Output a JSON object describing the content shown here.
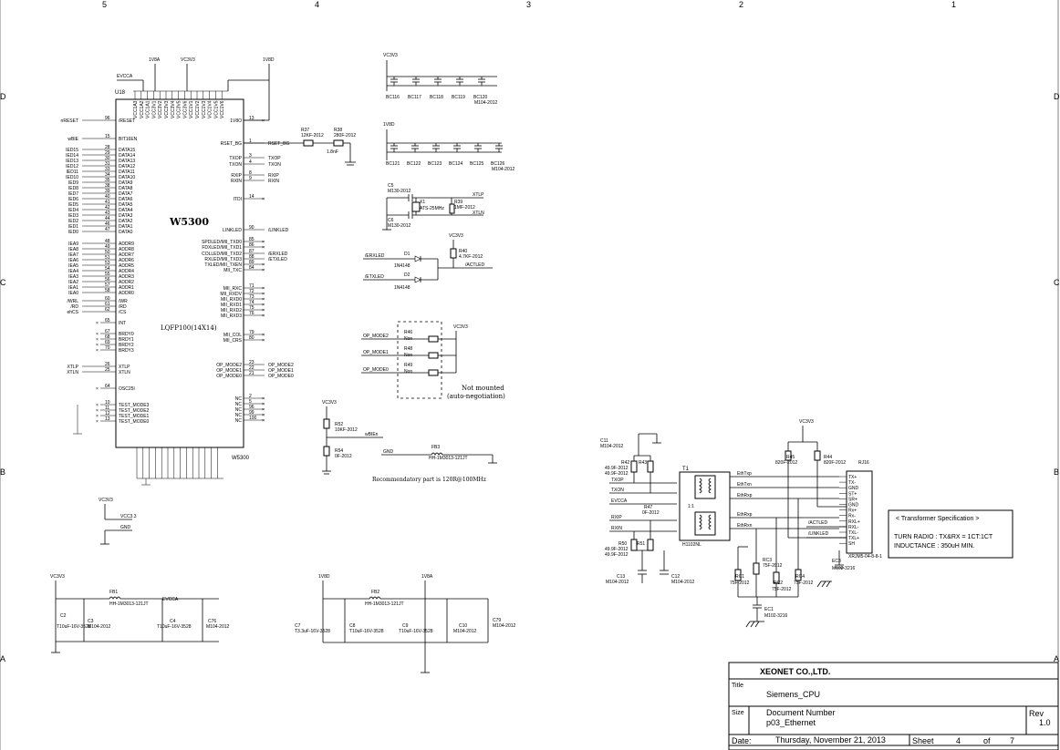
{
  "border": {
    "cols": [
      "5",
      "4",
      "3",
      "2",
      "1"
    ],
    "rows": [
      "D",
      "C",
      "B",
      "A"
    ]
  },
  "chip": {
    "name": "W5300",
    "package": "LQFP100(14X14)",
    "ref": "U18",
    "part_ref": "W5300",
    "left_pins": [
      {
        "net": "nRESET",
        "num": "96",
        "name": "/RESET"
      },
      {
        "net": "wBIE",
        "num": "15",
        "name": "BIT16EN"
      },
      {
        "net": "IED15",
        "num": "28",
        "name": "DATA15"
      },
      {
        "net": "IED14",
        "num": "29",
        "name": "DATA14"
      },
      {
        "net": "IED13",
        "num": "30",
        "name": "DATA13"
      },
      {
        "net": "IED12",
        "num": "31",
        "name": "DATA12"
      },
      {
        "net": "IED11",
        "num": "33",
        "name": "DATA11"
      },
      {
        "net": "IED10",
        "num": "34",
        "name": "DATA10"
      },
      {
        "net": "IED9",
        "num": "35",
        "name": "DATA9"
      },
      {
        "net": "IED8",
        "num": "38",
        "name": "DATA8"
      },
      {
        "net": "IED7",
        "num": "39",
        "name": "DATA7"
      },
      {
        "net": "IED6",
        "num": "40",
        "name": "DATA6"
      },
      {
        "net": "IED5",
        "num": "41",
        "name": "DATA5"
      },
      {
        "net": "IED4",
        "num": "42",
        "name": "DATA4"
      },
      {
        "net": "IED3",
        "num": "43",
        "name": "DATA3"
      },
      {
        "net": "IED2",
        "num": "44",
        "name": "DATA2"
      },
      {
        "net": "IED1",
        "num": "46",
        "name": "DATA1"
      },
      {
        "net": "IED0",
        "num": "47",
        "name": "DATA0"
      },
      {
        "net": "IEA9",
        "num": "48",
        "name": "ADDR9"
      },
      {
        "net": "IEA8",
        "num": "49",
        "name": "ADDR8"
      },
      {
        "net": "IEA7",
        "num": "50",
        "name": "ADDR7"
      },
      {
        "net": "IEA6",
        "num": "51",
        "name": "ADDR6"
      },
      {
        "net": "IEA5",
        "num": "53",
        "name": "ADDR5"
      },
      {
        "net": "IEA4",
        "num": "54",
        "name": "ADDR4"
      },
      {
        "net": "IEA3",
        "num": "55",
        "name": "ADDR3"
      },
      {
        "net": "IEA2",
        "num": "56",
        "name": "ADDR2"
      },
      {
        "net": "IEA1",
        "num": "57",
        "name": "ADDR1"
      },
      {
        "net": "IEA0",
        "num": "58",
        "name": "ADDR0"
      },
      {
        "net": "/WRL",
        "num": "60",
        "name": "/WR"
      },
      {
        "net": "/RD",
        "num": "61",
        "name": "/RD"
      },
      {
        "net": "ehCS",
        "num": "62",
        "name": "/CS"
      },
      {
        "net": "",
        "num": "65",
        "name": "INT"
      },
      {
        "net": "",
        "num": "67",
        "name": "BRDY0"
      },
      {
        "net": "",
        "num": "68",
        "name": "BRDY1"
      },
      {
        "net": "",
        "num": "69",
        "name": "BRDY2"
      },
      {
        "net": "",
        "num": "70",
        "name": "BRDY3"
      },
      {
        "net": "XTLP",
        "num": "26",
        "name": "XTLP"
      },
      {
        "net": "XTLN",
        "num": "25",
        "name": "XTLN"
      },
      {
        "net": "",
        "num": "64",
        "name": "OSC25I"
      },
      {
        "net": "",
        "num": "10",
        "name": "TEST_MODE3"
      },
      {
        "net": "",
        "num": "11",
        "name": "TEST_MODE2"
      },
      {
        "net": "",
        "num": "12",
        "name": "TEST_MODE1"
      },
      {
        "net": "",
        "num": "13",
        "name": "TEST_MODE0"
      }
    ],
    "right_pins": [
      {
        "net": "",
        "num": "13",
        "name": "1V8O"
      },
      {
        "net": "RSET_BG",
        "num": "1",
        "name": "RSET_BG"
      },
      {
        "net": "TXOP",
        "num": "3",
        "name": "TXOP"
      },
      {
        "net": "TXON",
        "num": "4",
        "name": "TXON"
      },
      {
        "net": "RXIP",
        "num": "8",
        "name": "RXIP"
      },
      {
        "net": "RXIN",
        "num": "9",
        "name": "RXIN"
      },
      {
        "net": "",
        "num": "14",
        "name": "ITDI"
      },
      {
        "net": "/LINKLED",
        "num": "90",
        "name": "LINKLED"
      },
      {
        "net": "",
        "num": "85",
        "name": "SPDLED/MII_TXD0"
      },
      {
        "net": "",
        "num": "86",
        "name": "FDXLED/MII_TXD1"
      },
      {
        "net": "/ERXLED",
        "num": "87",
        "name": "COLLED/MII_TXD2"
      },
      {
        "net": "/ETXLED",
        "num": "88",
        "name": "RXLED/MII_TXD3"
      },
      {
        "net": "",
        "num": "89",
        "name": "TXLED/MII_TXEN"
      },
      {
        "net": "",
        "num": "84",
        "name": "MII_TXC"
      },
      {
        "net": "",
        "num": "71",
        "name": "MII_RXC"
      },
      {
        "net": "",
        "num": "72",
        "name": "MII_RXDV"
      },
      {
        "net": "",
        "num": "73",
        "name": "MII_RXD0"
      },
      {
        "net": "",
        "num": "74",
        "name": "MII_RXD1"
      },
      {
        "net": "",
        "num": "75",
        "name": "MII_RXD2"
      },
      {
        "net": "",
        "num": "76",
        "name": "MII_RXD3"
      },
      {
        "net": "",
        "num": "79",
        "name": "MII_COL"
      },
      {
        "net": "",
        "num": "80",
        "name": "MII_CRS"
      },
      {
        "net": "OP_MODE2",
        "num": "23",
        "name": "OP_MODE2"
      },
      {
        "net": "OP_MODE1",
        "num": "22",
        "name": "OP_MODE1"
      },
      {
        "net": "OP_MODE0",
        "num": "21",
        "name": "OP_MODE0"
      },
      {
        "net": "",
        "num": "2",
        "name": "NC"
      },
      {
        "net": "",
        "num": "5",
        "name": "NC"
      },
      {
        "net": "",
        "num": "96",
        "name": "NC"
      },
      {
        "net": "",
        "num": "99",
        "name": "NC"
      },
      {
        "net": "",
        "num": "100",
        "name": "NC"
      }
    ],
    "top_pins": [
      "VCC1A3",
      "VCC1A2",
      "VCC1A1",
      "VCC3V1",
      "VCC3V2",
      "VCC3V3",
      "VCC3V4",
      "VCC3V5",
      "VCC3V6",
      "VCC1V1",
      "VCC1V2",
      "VCC1V3",
      "VCC1V4",
      "VCC1V5",
      "VCC1V6"
    ],
    "rails_top": [
      "EVCCA",
      "1V8A",
      "VC3V3",
      "1V8D"
    ]
  },
  "misc_labels": {
    "rset_r37": "R37",
    "rset_r37_val": "12KF-2012",
    "rset_r38": "R38",
    "rset_r38_val": "280F-2012",
    "rset_sub": "1.8nF",
    "xtal_c5": "C5",
    "xtal_c5_val": "M130-2012",
    "xtal_x1": "X1",
    "xtal_x1_val": "ATS-25MHz",
    "xtal_r39": "R39",
    "xtal_r39_val": "1MF-2012",
    "xtal_c6": "C6",
    "xtal_c6_val": "M130-2012",
    "xtlp": "XTLP",
    "xtln": "XTLN",
    "led_erx": "/ERXLED",
    "led_etx": "/ETXLED",
    "led_d1": "D1",
    "led_d2": "D2",
    "led_part": "1N4148",
    "led_r40": "R40",
    "led_r40_val": "4.7KF-2012",
    "led_act": "/ACTLED",
    "op_m2": "OP_MODE2",
    "op_m1": "OP_MODE1",
    "op_m0": "OP_MODE0",
    "r46": "R46",
    "r48": "R48",
    "r49": "R49",
    "non": "Non",
    "not_mounted": "Not mounted",
    "auto_neg": "(auto-negotiation)",
    "r52": "R52",
    "r52_val": "10KF-2012",
    "r54": "R54",
    "r54_val": "0F-2012",
    "wbien": "wBIEn",
    "gnd": "GND",
    "fb3": "FB3",
    "fb3_val": "HH-1M3013-121JT",
    "recommend": "Recommendatory part is 120R@100MHz",
    "vcc33": "VCC3.3",
    "vc3v3": "VC3V3",
    "v1v8d": "1V8D",
    "v1v8a": "1V8A",
    "evcca": "EVCCA"
  },
  "bypass_caps": {
    "row1": [
      "BC116",
      "BC117",
      "BC118",
      "BC119",
      "BC120"
    ],
    "row2": [
      "BC121",
      "BC122",
      "BC123",
      "BC124",
      "BC125",
      "BC126"
    ],
    "val": "M104-2012"
  },
  "power_filter": {
    "fb1": "FB1",
    "fb1_val": "HH-1M3013-121JT",
    "fb2": "FB2",
    "fb2_val": "HH-1M3013-121JT",
    "c2": "C2",
    "c2_val": "T10uF-16V-3528",
    "c3": "C3",
    "c3_val": "M104-2012",
    "c4": "C4",
    "c4_val": "T10uF-16V-3528",
    "c76": "C76",
    "c76_val": "M104-2012",
    "c7": "C7",
    "c7_val": "T3.3uF-16V-3528",
    "c8": "C8",
    "c8_val": "T10uF-16V-3528",
    "c9": "C9",
    "c9_val": "T10uF-16V-3528",
    "c10": "C10",
    "c10_val": "M104-2012",
    "c79": "C79",
    "c79_val": "M104-2012"
  },
  "magnetics": {
    "t1": "T1",
    "t1_part": "H1102NL",
    "c11": "C11",
    "c11_val": "M104-2012",
    "r42": "R42",
    "r43": "R43",
    "r_val": "49.9F-2012",
    "r50": "R50",
    "r51": "R51",
    "r47": "R47",
    "r47_val": "0F-2012",
    "c13": "C13",
    "c12": "C12",
    "nets_left": [
      "TXOP",
      "TXON",
      "EVCCA",
      "RXIP",
      "RXIN"
    ],
    "nets_mid": [
      "EthTxp",
      "EthTxn",
      "EthRxp",
      "EthRxn"
    ],
    "ratio": "1:1",
    "r45": "R45",
    "r45_val": "820F-2012",
    "r44": "R44",
    "r44_val": "820F-2012",
    "rj45": "RJ16",
    "rj45_part": "XRJM5-04-8-8-1",
    "rj_pins": [
      "TX+",
      "TX-",
      "GND",
      "ST+",
      "SR+",
      "GND",
      "Rx+",
      "Rx-",
      "RXL+",
      "RXL-",
      "TXL-",
      "TXL+",
      "SH"
    ],
    "actled": "/ACTLED",
    "linkled": "/LINKLED",
    "ec3": "EC3",
    "ec3_val": "M102-3216",
    "rc1": "RC1",
    "rc1_val": "75F-2012",
    "rc2": "RC2",
    "rc2_val": "75F-2012",
    "rc3": "RC3",
    "rc3_val": "75F-2012",
    "rc4": "RC4",
    "rc4_val": "75F-2012",
    "ec1": "EC1",
    "ec1_val": "M102-3216"
  },
  "transformer_spec": {
    "title": "< Transformer Specification >",
    "line1": "TURN RADIO : TX&RX = 1CT:1CT",
    "line2": "INDUCTANCE : 350uH MIN."
  },
  "title_block": {
    "company": "XEONET CO.,LTD.",
    "title_label": "Title",
    "title": "Siemens_CPU",
    "size_label": "Size",
    "docnum_label": "Document Number",
    "docnum": "p03_Ethernet",
    "rev_label": "Rev",
    "rev": "1.0",
    "date_label": "Date:",
    "date": "Thursday, November 21, 2013",
    "sheet_label": "Sheet",
    "sheet": "4",
    "of_label": "of",
    "of": "7"
  }
}
